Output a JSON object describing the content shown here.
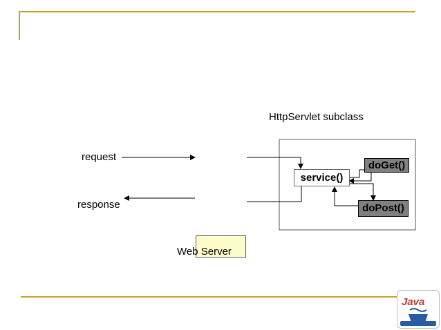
{
  "diagram": {
    "subclass_label": "HttpServlet subclass",
    "request_label": "request",
    "response_label": "response",
    "web_server_label": "Web Server",
    "service_label": "service()",
    "doget_label": "doGet()",
    "dopost_label": "doPost()"
  },
  "colors": {
    "rule_gold": "#c9a227",
    "web_server_fill": "#fffccc",
    "method_box_fill": "#808080"
  },
  "logo": {
    "name": "java-logo-icon",
    "text": "Java"
  }
}
